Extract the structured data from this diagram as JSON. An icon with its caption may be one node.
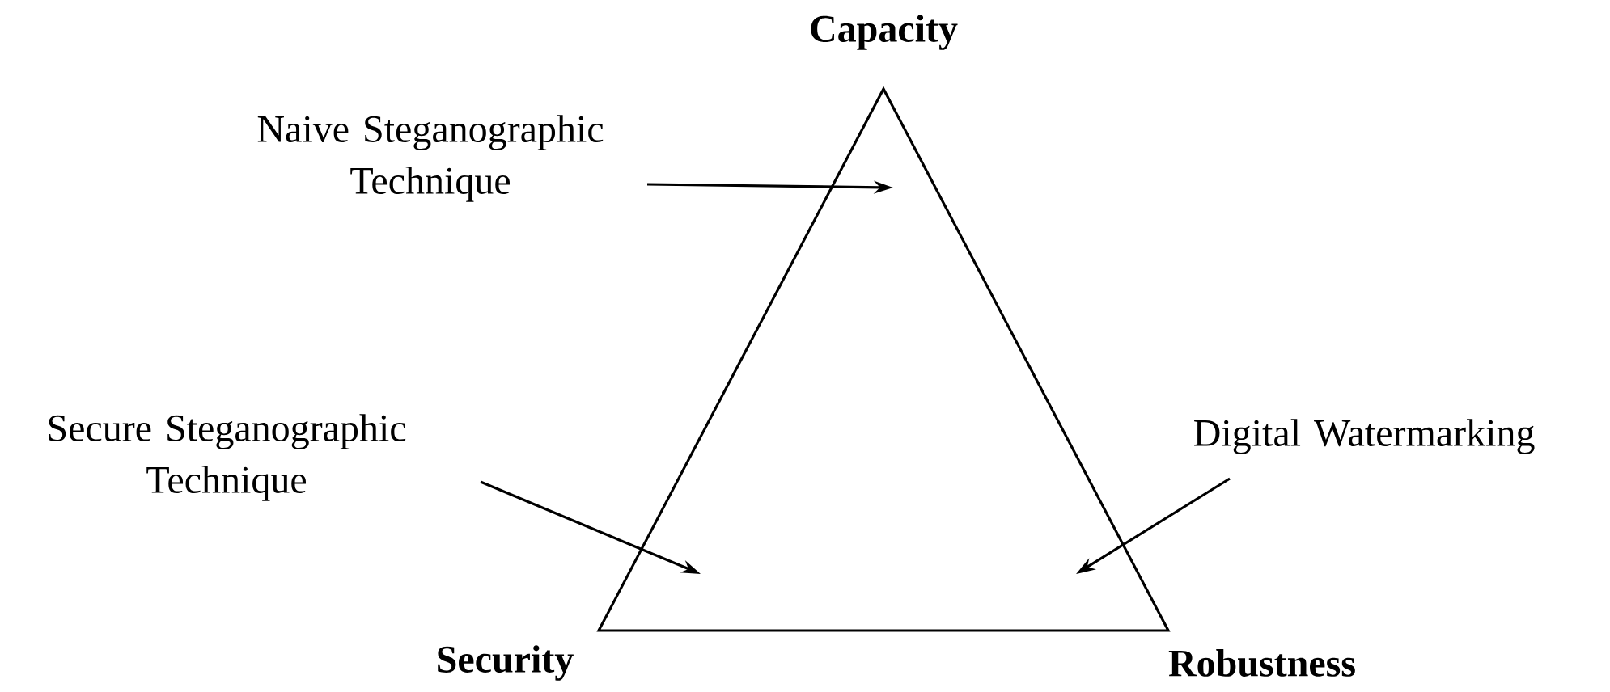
{
  "diagram": {
    "nodes": [
      {
        "text": [
          "Naive Steganographic Technique"
        ]
      },
      {
        "text": [
          "Secure Steganographic Technique"
        ]
      },
      {
        "text": [
          "Digital Watermarking"
        ]
      }
    ],
    "edges": [
      {
        "from": 0,
        "to": null,
        "arrow": "to"
      },
      {
        "from": 1,
        "to": null,
        "arrow": "to"
      },
      {
        "from": 2,
        "to": null,
        "arrow": "to"
      }
    ],
    "labels": [
      "Capacity",
      "Security",
      "Robustness"
    ]
  }
}
